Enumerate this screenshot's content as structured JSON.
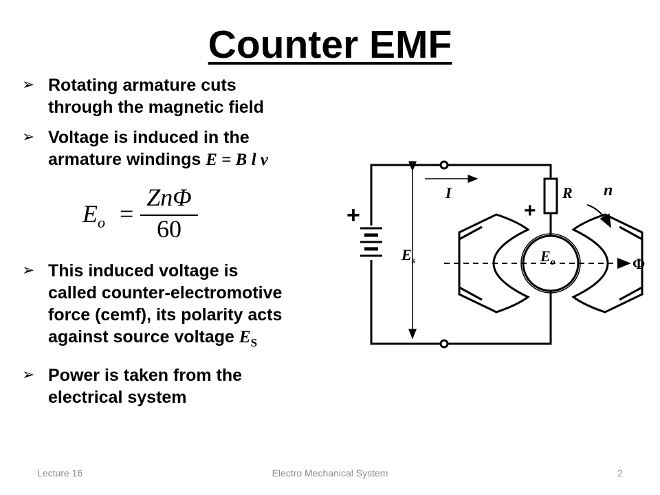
{
  "slide": {
    "title": "Counter EMF",
    "bullet_marker": "➢",
    "bullets": [
      {
        "line1": "Rotating armature cuts",
        "line2": "through the magnetic field"
      },
      {
        "line1": "Voltage is induced in the",
        "line2_text": "armature windings ",
        "line2_eq": "E = B l v"
      },
      {
        "line1": "This induced voltage is",
        "line2": "called counter-electromotive",
        "line3": "force (cemf), its polarity acts",
        "line4_text": "against source voltage ",
        "line4_var": "E",
        "line4_sub": "S"
      },
      {
        "line1": "Power is taken from the",
        "line2": "electrical system"
      }
    ],
    "formula": {
      "lhs": "E",
      "lhs_sub": "o",
      "equals": "=",
      "numerator": "ZnΦ",
      "denominator": "60"
    }
  },
  "diagram": {
    "label_current": "I",
    "label_resistor": "R",
    "label_speed": "n",
    "label_flux": "Φ",
    "label_source": "E",
    "label_source_sub": "s",
    "label_cemf": "E",
    "label_cemf_sub": "o",
    "plus_sign": "+"
  },
  "footer": {
    "left": "Lecture 16",
    "center": "Electro Mechanical System",
    "right": "2"
  }
}
